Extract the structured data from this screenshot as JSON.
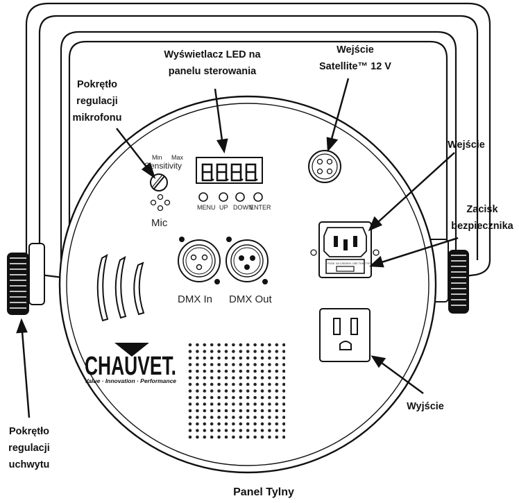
{
  "caption": "Panel Tylny",
  "callouts": {
    "mic_knob": [
      "Pokrętło",
      "regulacji",
      "mikrofonu"
    ],
    "led_display": [
      "Wyświetlacz LED na",
      "panelu sterowania"
    ],
    "satellite_input": [
      "Wejście",
      "Satellite™ 12 V"
    ],
    "power_input": [
      "Wejście"
    ],
    "fuse_holder": [
      "Zacisk",
      "bezpiecznika"
    ],
    "power_output": [
      "Wyjście"
    ],
    "bracket_knob": [
      "Pokrętło",
      "regulacji",
      "uchwytu"
    ]
  },
  "panel": {
    "sensitivity_label": "Sensitivity",
    "sensitivity_min": "Min",
    "sensitivity_max": "Max",
    "mic_label": "Mic",
    "buttons": [
      "MENU",
      "UP",
      "DOWN",
      "ENTER"
    ],
    "dmx_in": "DMX In",
    "dmx_out": "DMX Out",
    "fuse_text": "FUSE: 5A 125/250V; USE THIS TYPE",
    "logo": "CHAUVET.",
    "logo_tagline": "Value · Innovation · Performance"
  }
}
